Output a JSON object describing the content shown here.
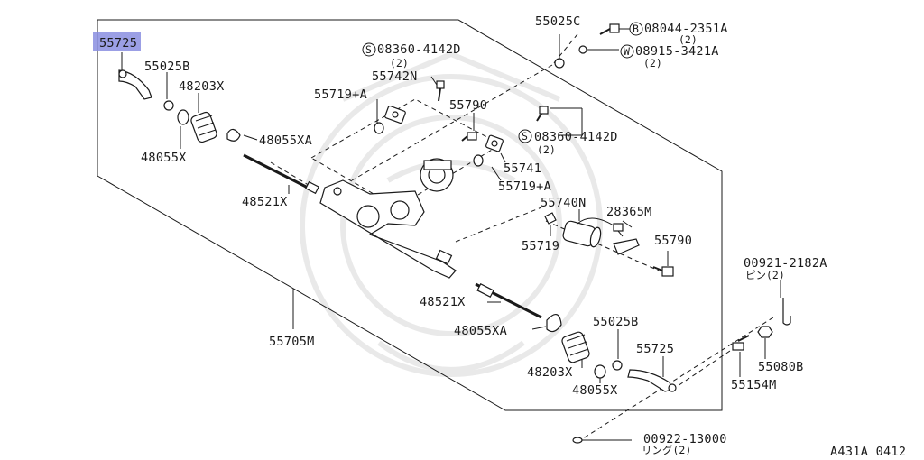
{
  "diagram": {
    "code": "A431A 0412",
    "highlight_color": "#8a8ee0",
    "labels": {
      "l55725_top": "55725",
      "l55025B_top": "55025B",
      "l48203X_top": "48203X",
      "l48055XA_top": "48055XA",
      "l48055X_top": "48055X",
      "l48521X_top": "48521X",
      "l55705M": "55705M",
      "l55719A_1": "55719+A",
      "l55742N": "55742N",
      "l08360_1": "08360-4142D",
      "l08360_1_qty": "(2)",
      "l55025C": "55025C",
      "l08044": "08044-2351A",
      "l08044_qty": "(2)",
      "l08915": "08915-3421A",
      "l08915_qty": "(2)",
      "l55790_top": "55790",
      "l08360_2": "08360-4142D",
      "l08360_2_qty": "(2)",
      "l55741": "55741",
      "l55719A_2": "55719+A",
      "l55740N": "55740N",
      "l28365M": "28365M",
      "l55719": "55719",
      "l55790_bot": "55790",
      "l00921": "00921-2182A",
      "l00921_jp": "ピン(2)",
      "l48521X_bot": "48521X",
      "l48055XA_bot": "48055XA",
      "l55025B_bot": "55025B",
      "l48203X_bot": "48203X",
      "l55725_bot": "55725",
      "l48055X_bot": "48055X",
      "l55154M": "55154M",
      "l55080B": "55080B",
      "l00922": "00922-13000",
      "l00922_jp": "リング(2)",
      "circ_S1": "S",
      "circ_B": "B",
      "circ_W": "W",
      "circ_S2": "S"
    }
  }
}
